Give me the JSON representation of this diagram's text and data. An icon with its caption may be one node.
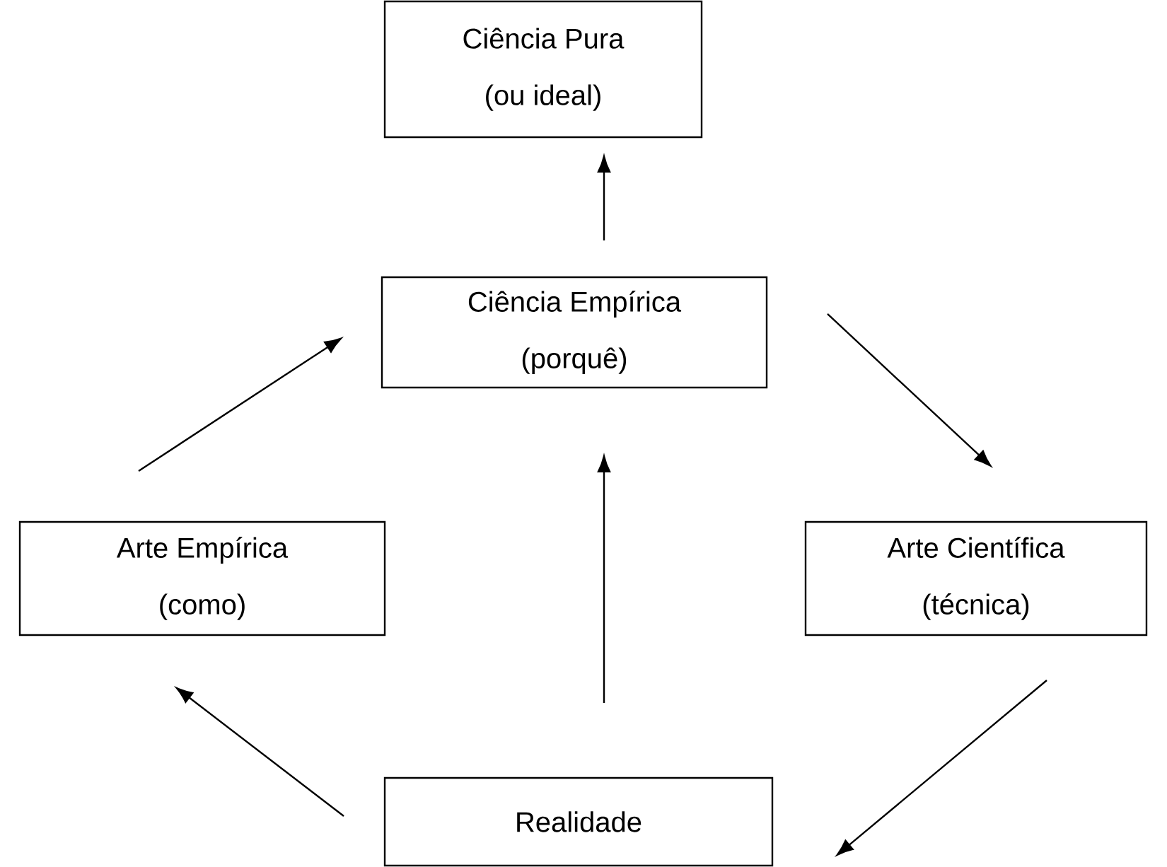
{
  "diagram": {
    "nodes": [
      {
        "text": [
          "Ciência Pura",
          "(ou ideal)"
        ]
      },
      {
        "text": [
          "Ciência Empírica",
          "(porquê)"
        ]
      },
      {
        "text": [
          "Arte Empírica",
          "(como)"
        ]
      },
      {
        "text": [
          "Arte Científica",
          "(técnica)"
        ]
      },
      {
        "text": [
          "Realidade"
        ]
      }
    ],
    "edges": [
      {
        "from": 1,
        "to": 0,
        "arrow": "to"
      },
      {
        "from": 4,
        "to": 1,
        "arrow": "to"
      },
      {
        "from": 2,
        "to": 1,
        "arrow": "to"
      },
      {
        "from": 1,
        "to": 3,
        "arrow": "to"
      },
      {
        "from": 3,
        "to": 4,
        "arrow": "to"
      },
      {
        "from": 4,
        "to": 2,
        "arrow": "to"
      }
    ]
  }
}
